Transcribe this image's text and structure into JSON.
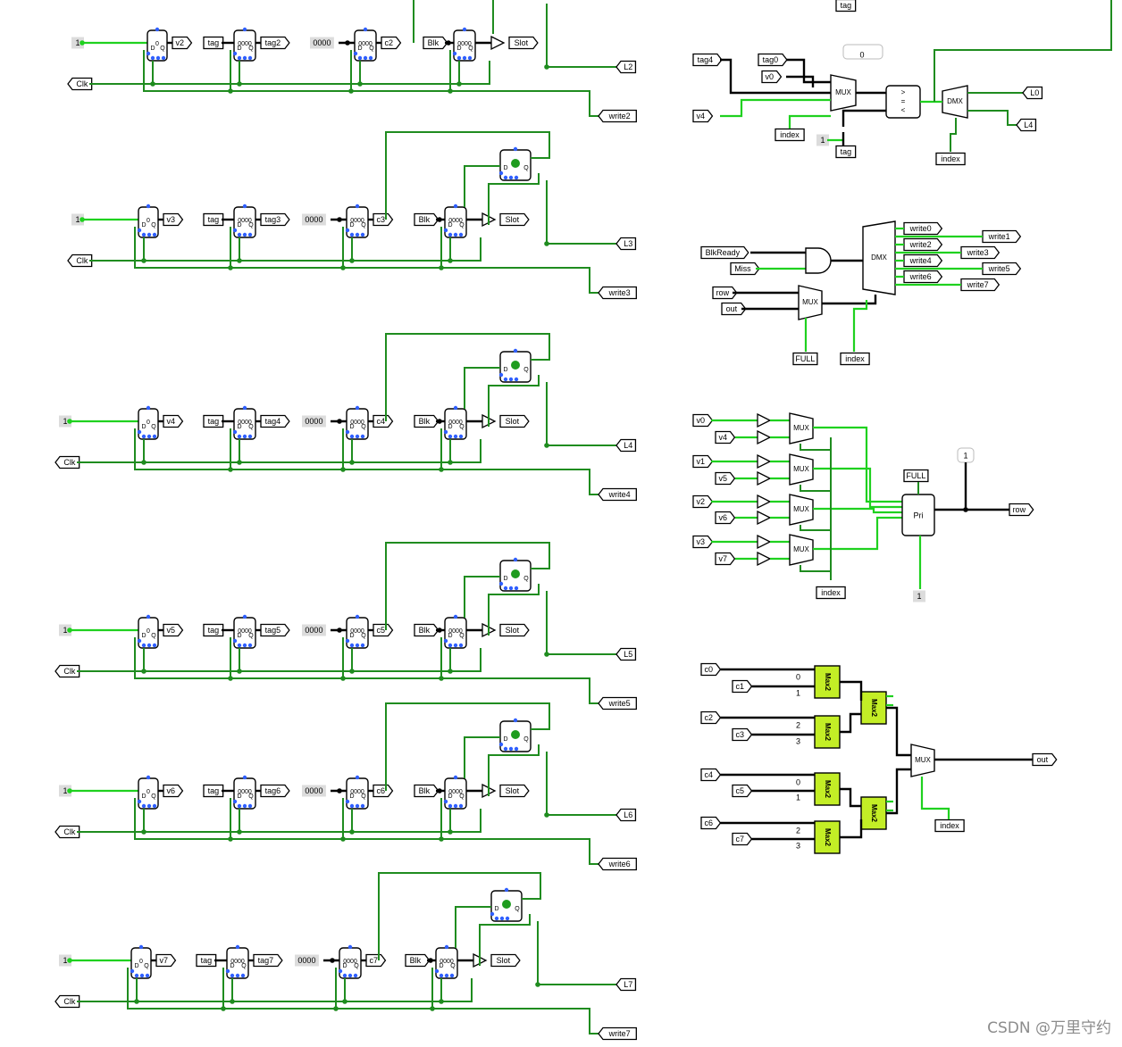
{
  "rows": [
    {
      "valid_const": "1",
      "clock": "Clk",
      "valid": "v2",
      "tag_in": "tag",
      "tag": "tag2",
      "counter_init": "0000",
      "counter": "c2",
      "block": "Blk",
      "slot": "Slot",
      "line": "L2",
      "write": "write2"
    },
    {
      "valid_const": "1",
      "clock": "Clk",
      "valid": "v3",
      "tag_in": "tag",
      "tag": "tag3",
      "counter_init": "0000",
      "counter": "c3",
      "block": "Blk",
      "slot": "Slot",
      "line": "L3",
      "write": "write3"
    },
    {
      "valid_const": "1",
      "clock": "Clk",
      "valid": "v4",
      "tag_in": "tag",
      "tag": "tag4",
      "counter_init": "0000",
      "counter": "c4",
      "block": "Blk",
      "slot": "Slot",
      "line": "L4",
      "write": "write4"
    },
    {
      "valid_const": "1",
      "clock": "Clk",
      "valid": "v5",
      "tag_in": "tag",
      "tag": "tag5",
      "counter_init": "0000",
      "counter": "c5",
      "block": "Blk",
      "slot": "Slot",
      "line": "L5",
      "write": "write5"
    },
    {
      "valid_const": "1",
      "clock": "Clk",
      "valid": "v6",
      "tag_in": "tag",
      "tag": "tag6",
      "counter_init": "0000",
      "counter": "c6",
      "block": "Blk",
      "slot": "Slot",
      "line": "L6",
      "write": "write6"
    },
    {
      "valid_const": "1",
      "clock": "Clk",
      "valid": "v7",
      "tag_in": "tag",
      "tag": "tag7",
      "counter_init": "0000",
      "counter": "c7",
      "block": "Blk",
      "slot": "Slot",
      "line": "L7",
      "write": "write7"
    }
  ],
  "component_labels": {
    "mux": "MUX",
    "dmx": "DMX",
    "pri": "Pri",
    "max2": "Max2",
    "reg_q": "Q",
    "reg_d": "D",
    "reg_zero": "0",
    "reg_bits": "0000",
    "cmp": "<\n=\n>"
  },
  "lookup": {
    "tag_top": "tag",
    "tag4": "tag4",
    "tag0": "tag0",
    "v0": "v0",
    "v4": "v4",
    "const_0": "0",
    "index": "index",
    "const_1": "1",
    "tag_bottom": "tag",
    "index2": "index",
    "l0": "L0",
    "l4": "L4"
  },
  "write_demux": {
    "blkready": "BlkReady",
    "miss": "Miss",
    "row": "row",
    "out": "out",
    "full": "FULL",
    "index": "index",
    "outputs": [
      "write0",
      "write2",
      "write4",
      "write6"
    ],
    "outputs_right": [
      "write1",
      "write3",
      "write5",
      "write7"
    ]
  },
  "priority": {
    "v0": "v0",
    "v4": "v4",
    "v1": "v1",
    "v5": "v5",
    "v2": "v2",
    "v6": "v6",
    "v3": "v3",
    "v7": "v7",
    "full": "FULL",
    "top_const": "1",
    "bottom_const": "1",
    "row": "row",
    "index": "index"
  },
  "maxtree": {
    "inputs": [
      "c0",
      "c1",
      "c2",
      "c3",
      "c4",
      "c5",
      "c6",
      "c7"
    ],
    "sel": [
      "0",
      "1",
      "2",
      "3",
      "0",
      "1",
      "2",
      "3"
    ],
    "out": "out",
    "index": "index"
  },
  "watermark": "CSDN @万里守约",
  "colors": {
    "wire_on": "#1fd11f",
    "wire_dark": "#1f8c1f",
    "wire_black": "#000000",
    "max2_fill": "#c3ee26",
    "port_blue": "#2f5fff"
  }
}
